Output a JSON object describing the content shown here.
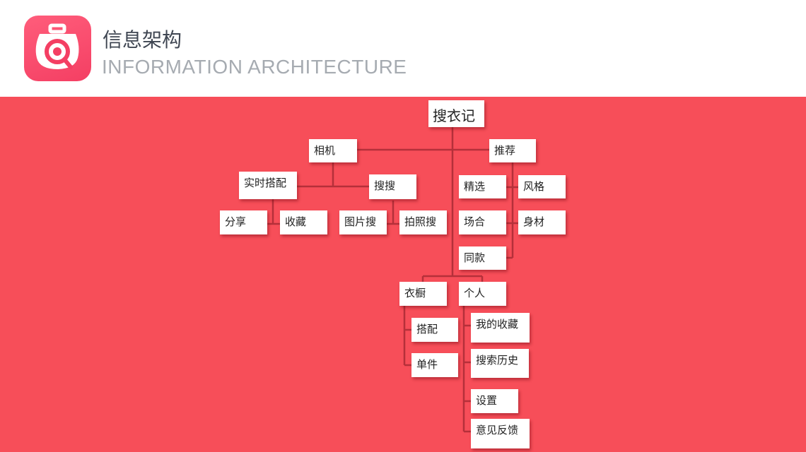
{
  "header": {
    "title": "信息架构",
    "subtitle": "INFORMATION ARCHITECTURE",
    "logo_icon": "camera-magnifier-icon"
  },
  "colors": {
    "accent": "#f74e59",
    "line": "#b5303a",
    "node_background": "#ffffff"
  },
  "tree": {
    "root": "搜衣记",
    "camera": {
      "label": "相机",
      "realtime": {
        "label": "实时搭配",
        "children": [
          "分享",
          "收藏"
        ]
      },
      "search": {
        "label": "搜搜",
        "children": [
          "图片搜",
          "拍照搜"
        ]
      }
    },
    "recommend": {
      "label": "推荐",
      "col1": [
        "精选",
        "场合",
        "同款"
      ],
      "col2": [
        "风格",
        "身材"
      ]
    },
    "wardrobe": {
      "label": "衣橱",
      "children": [
        "搭配",
        "单件"
      ]
    },
    "personal": {
      "label": "个人",
      "children": [
        "我的收藏",
        "搜索历史",
        "设置",
        "意见反馈"
      ]
    }
  }
}
